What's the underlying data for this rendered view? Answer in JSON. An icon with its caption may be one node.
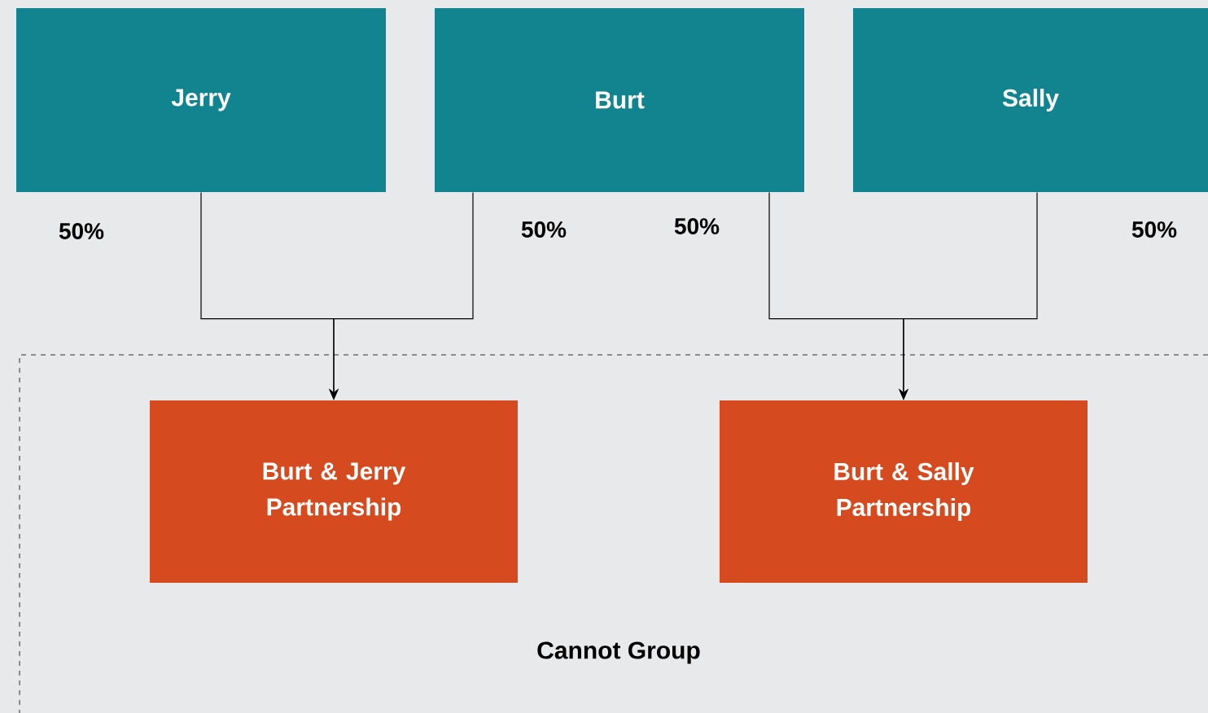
{
  "diagram": {
    "nodes": [
      {
        "text": [
          "Jerry"
        ]
      },
      {
        "text": [
          "Burt"
        ]
      },
      {
        "text": [
          "Sally"
        ]
      },
      {
        "text": [
          "Cannot Group"
        ]
      },
      {
        "text": [
          "Burt & Jerry Partnership"
        ],
        "in": 3
      },
      {
        "text": [
          "Burt & Sally Partnership"
        ],
        "in": 3
      }
    ],
    "edges": [
      {
        "from": 0,
        "to": 4,
        "arrow": "to",
        "label": "50%"
      },
      {
        "from": 1,
        "to": 4,
        "arrow": "to",
        "label": "50%"
      },
      {
        "from": 1,
        "to": 5,
        "arrow": "to",
        "label": "50%"
      },
      {
        "from": 2,
        "to": 5,
        "arrow": "to",
        "label": "50%"
      }
    ]
  }
}
